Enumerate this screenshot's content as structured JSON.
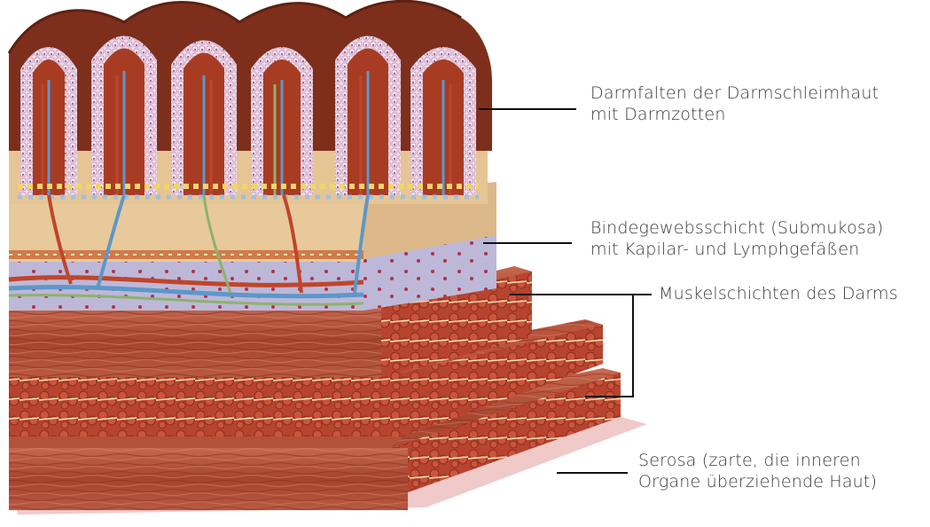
{
  "labels": {
    "mucosa": {
      "line1": "Darmfalten der Darmschleimhaut",
      "line2": "mit Darmzotten"
    },
    "submucosa": {
      "line1": "Bindegewebsschicht (Submukosa)",
      "line2": "mit Kapilar- und Lymphgefäßen"
    },
    "muscle": {
      "line1": "Muskelschichten des Darms"
    },
    "serosa": {
      "line1": "Serosa (zarte, die inneren",
      "line2": "Organe überziehende Haut)"
    }
  },
  "colors": {
    "mucosa_dark": "#7d2f1c",
    "villus_fill": "#a83c22",
    "epithelium": "#f1d9ea",
    "submucosa": "#e7c99b",
    "lymph_band": "#b8b4d4",
    "muscle": "#a94a36",
    "muscle_light": "#d48a72",
    "muscle_cut": "#b8432e",
    "serosa": "#f0c9c9",
    "vessel_red": "#c0452a",
    "vessel_blue": "#5d97c9",
    "vessel_green": "#8db26c"
  }
}
